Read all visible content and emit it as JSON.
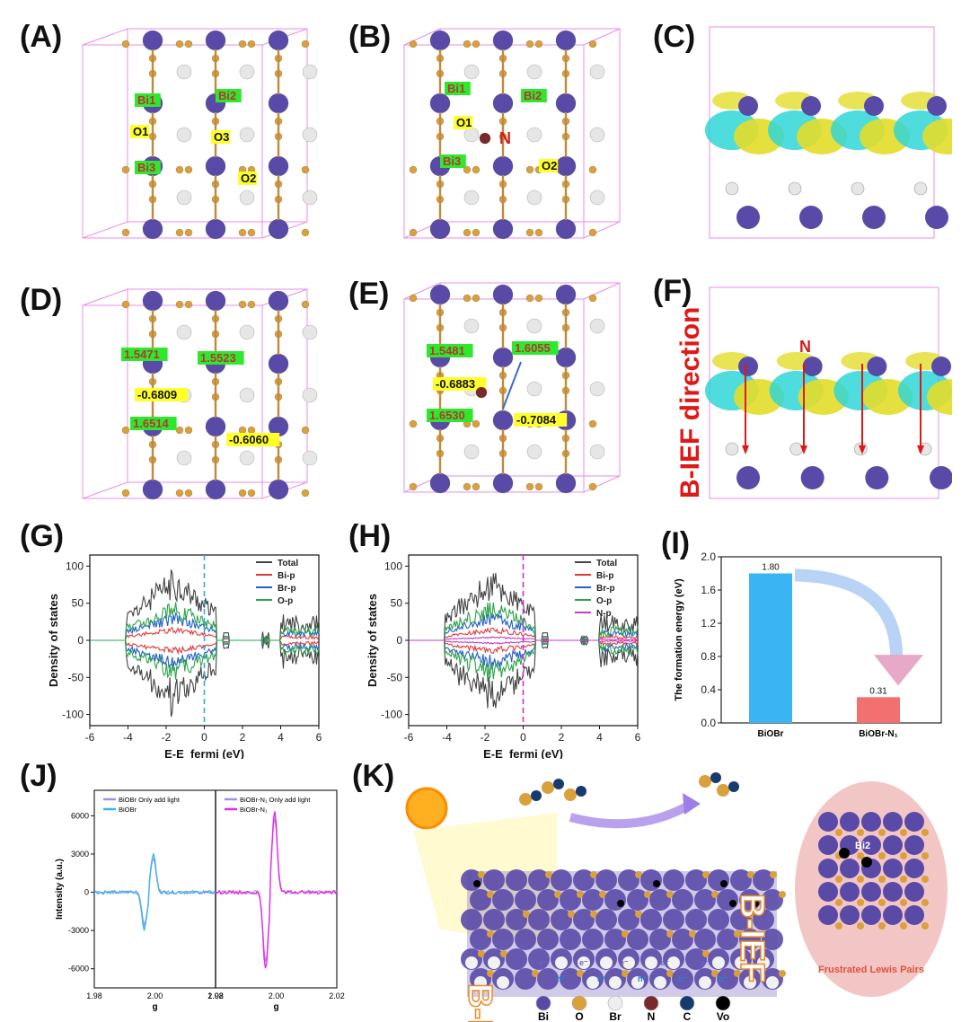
{
  "panels": {
    "A": {
      "label": "(A)",
      "atoms": [
        "Bi1",
        "Bi2",
        "Bi3",
        "O1",
        "O3",
        "O2"
      ]
    },
    "B": {
      "label": "(B)",
      "atoms": [
        "Bi1",
        "Bi2",
        "O1",
        "N",
        "Bi3",
        "O2"
      ]
    },
    "C": {
      "label": "(C)"
    },
    "D": {
      "label": "(D)",
      "charges": [
        "1.5471",
        "1.5523",
        "-0.6809",
        "1.6514",
        "-0.6060"
      ]
    },
    "E": {
      "label": "(E)",
      "charges": [
        "1.5481",
        "1.6055",
        "-0.6883",
        "1.6530",
        "-0.7084"
      ]
    },
    "F": {
      "label": "(F)",
      "direction_text": "B-IEF direction",
      "atom_N": "N"
    },
    "G": {
      "label": "(G)"
    },
    "H": {
      "label": "(H)"
    },
    "I": {
      "label": "(I)"
    },
    "J": {
      "label": "(J)"
    },
    "K": {
      "label": "(K)",
      "inset_atom": "Bi2",
      "inset_title": "Frustrated Lewis Pairs",
      "bief_text": "B-IEF",
      "charges_e": "e⁻",
      "charges_h": "h⁺"
    }
  },
  "legend_atoms": [
    {
      "symbol": "Bi",
      "color": "#5a4aa8"
    },
    {
      "symbol": "O",
      "color": "#d9a03c"
    },
    {
      "symbol": "Br",
      "color": "#eeeeee"
    },
    {
      "symbol": "N",
      "color": "#7a2a2a"
    },
    {
      "symbol": "C",
      "color": "#173b6e"
    },
    {
      "symbol": "Vo",
      "color": "#000000"
    }
  ],
  "colors": {
    "bi": "#5a4aa8",
    "o": "#d9a03c",
    "br": "#e6e6e6",
    "n": "#7a2a2a",
    "yellow_iso": "#e3dd2a",
    "cyan_iso": "#2fd6d6"
  },
  "chart_data": [
    {
      "id": "G",
      "type": "line",
      "xlabel": "E-E_fermi (eV)",
      "ylabel": "Density of states",
      "xlim": [
        -6,
        6
      ],
      "ylim": [
        -115,
        115
      ],
      "xticks": [
        -6,
        -4,
        -2,
        0,
        2,
        4,
        6
      ],
      "yticks": [
        -100,
        -50,
        0,
        50,
        100
      ],
      "fermi_line": 0,
      "fermi_color": "#3aa6e0",
      "series": [
        {
          "name": "Total",
          "color": "#444444"
        },
        {
          "name": "Bi-p",
          "color": "#e03a3a"
        },
        {
          "name": "Br-p",
          "color": "#2460c8"
        },
        {
          "name": "O-p",
          "color": "#2ca34a"
        }
      ],
      "legend": "top-right"
    },
    {
      "id": "H",
      "type": "line",
      "xlabel": "E-E_fermi (eV)",
      "ylabel": "Density of states",
      "xlim": [
        -6,
        6
      ],
      "ylim": [
        -115,
        115
      ],
      "xticks": [
        -6,
        -4,
        -2,
        0,
        2,
        4,
        6
      ],
      "yticks": [
        -100,
        -50,
        0,
        50,
        100
      ],
      "fermi_line": 0,
      "fermi_color": "#d42ad4",
      "series": [
        {
          "name": "Total",
          "color": "#444444"
        },
        {
          "name": "Bi-p",
          "color": "#e03a3a"
        },
        {
          "name": "Br-p",
          "color": "#2460c8"
        },
        {
          "name": "O-p",
          "color": "#2ca34a"
        },
        {
          "name": "N-p",
          "color": "#c040c0"
        }
      ],
      "legend": "top-right"
    },
    {
      "id": "I",
      "type": "bar",
      "categories": [
        "BiOBr",
        "BiOBr-N₁"
      ],
      "values": [
        1.8,
        0.31
      ],
      "value_labels": [
        "1.80",
        "0.31"
      ],
      "ylabel": "The formation energy (eV)",
      "ylim": [
        0,
        2.0
      ],
      "yticks": [
        "0.0",
        "0.4",
        "0.8",
        "1.2",
        "1.6",
        "2.0"
      ],
      "colors": [
        "#3ab4f2",
        "#f27070"
      ]
    },
    {
      "id": "J",
      "type": "line",
      "ylabel": "Intensity (a.u.)",
      "xlabel": "g",
      "yticks": [
        -6000,
        -3000,
        0,
        3000,
        6000
      ],
      "ylim": [
        -7500,
        8000
      ],
      "xticks": [
        "1.98",
        "2.00",
        "2.02"
      ],
      "left_series": [
        {
          "name": "BiOBr Only add light",
          "color": "#a78ee8"
        },
        {
          "name": "BiOBr",
          "color": "#3ab4f2"
        }
      ],
      "right_series": [
        {
          "name": "BiOBr-N₁ Only add light",
          "color": "#a78ee8"
        },
        {
          "name": "BiOBr-N₁",
          "color": "#e62ae6"
        }
      ],
      "left_peak": [
        3000,
        -2900
      ],
      "right_peak": [
        6400,
        -6100
      ]
    }
  ]
}
